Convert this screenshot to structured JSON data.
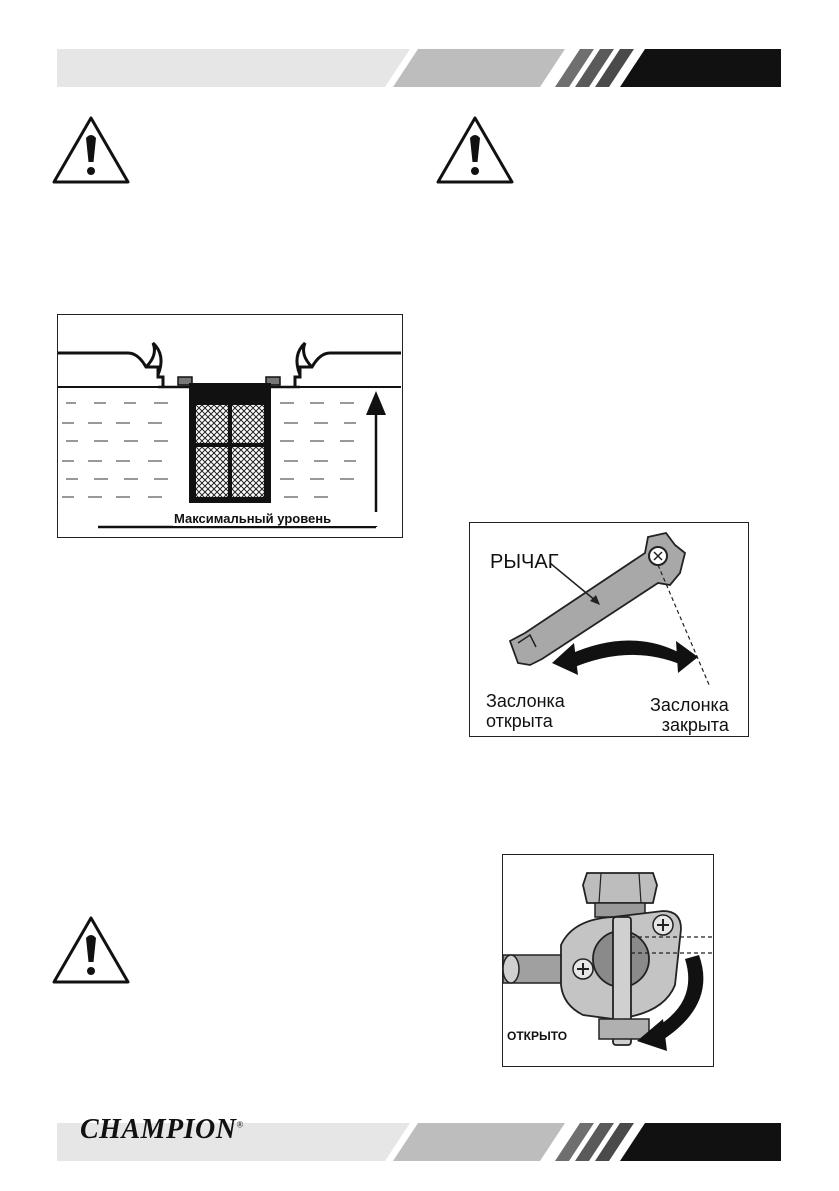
{
  "footer": {
    "brand": "CHAMPION",
    "brand_mark": "®"
  },
  "figures": {
    "fuel_tank": {
      "label": "Максимальный уровень"
    },
    "choke": {
      "lever_label": "РЫЧАГ",
      "open_label_line1": "Заслонка",
      "open_label_line2": "открыта",
      "closed_label_line1": "Заслонка",
      "closed_label_line2": "закрыта"
    },
    "fuel_valve": {
      "label": "ОТКРЫТО"
    }
  },
  "icons": {
    "warning": "warning-triangle-icon"
  }
}
